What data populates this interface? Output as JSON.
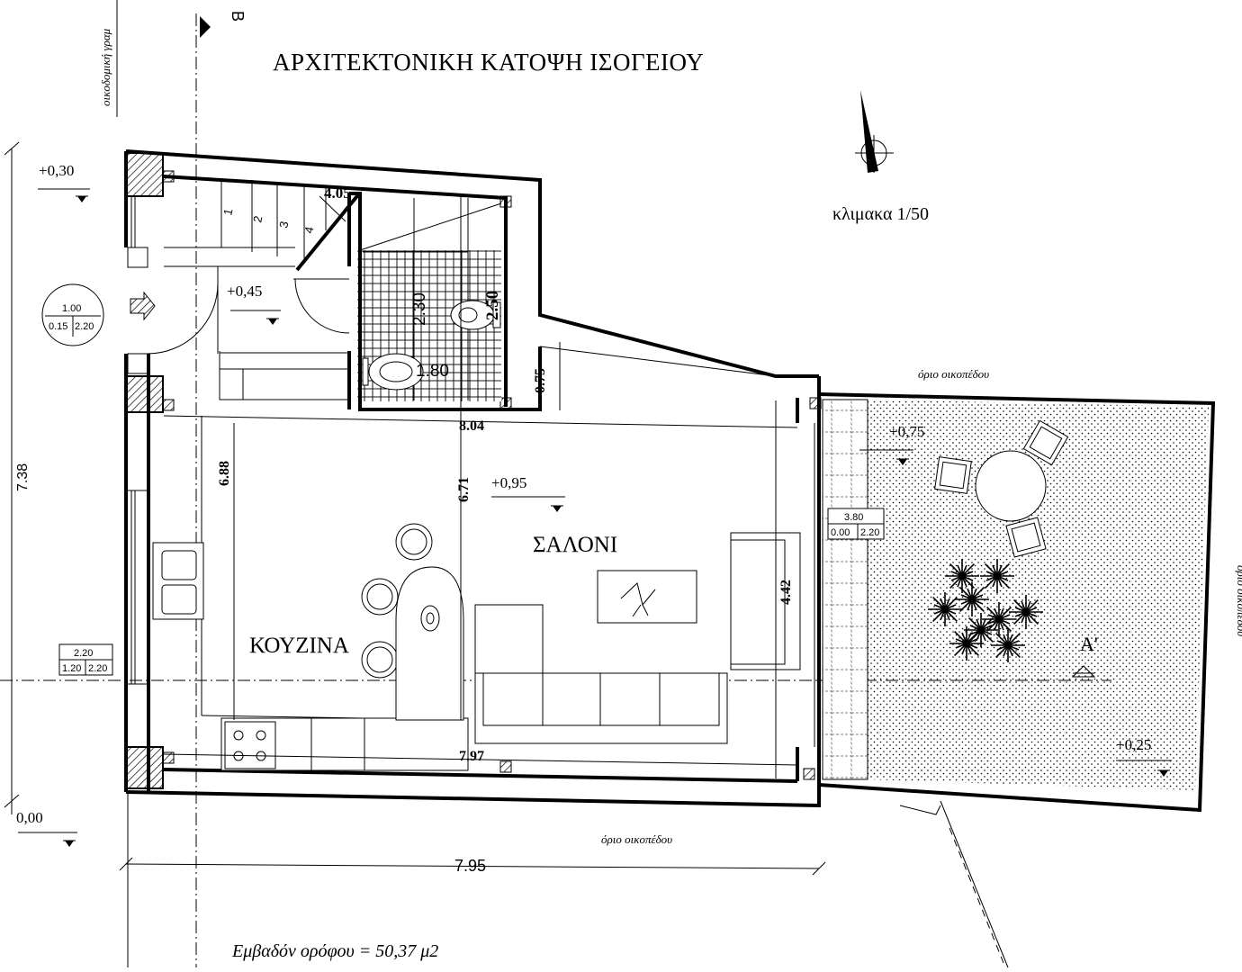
{
  "title": "ΑΡΧΙΤΕΚΤΟΝΙΚΗ ΚΑΤΟΨΗ  ΙΣΟΓΕΙΟΥ",
  "scale": "κλιμακα 1/50",
  "building_line_label": "οικοδομική γραμ",
  "section_marks": {
    "b": "B",
    "a": "A'"
  },
  "rooms": {
    "kitchen": "ΚΟΥΖΙΝΑ",
    "living": "ΣΑΛΟΝΙ"
  },
  "levels": {
    "l030": "+0,30",
    "l045": "+0,45",
    "l095": "+0,95",
    "l075": "+0,75",
    "l025": "+0,25",
    "l000": "0,00"
  },
  "dimensions": {
    "d405": "4.05",
    "d230": "2.30",
    "d250": "2.50",
    "d180": "1.80",
    "d075": "0.75",
    "d804": "8.04",
    "d738": "7.38",
    "d688": "6.88",
    "d671": "6.71",
    "d442": "4.42",
    "d797": "7.97",
    "d795": "7.95"
  },
  "stair_steps": [
    "1",
    "2",
    "3",
    "4"
  ],
  "openings": {
    "door": {
      "top": "1.00",
      "left": "0.15",
      "right": "2.20"
    },
    "window_kitchen": {
      "top": "2.20",
      "left": "1.20",
      "right": "2.20"
    },
    "door_garden": {
      "top": "3.80",
      "left": "0.00",
      "right": "2.20"
    }
  },
  "plot_boundary_labels": [
    "όριο οικοπέδου",
    "όριο οικοπέδου",
    "όριο οικοπέδου"
  ],
  "floor_area": "Εμβαδόν ορόφου = 50,37 μ2"
}
